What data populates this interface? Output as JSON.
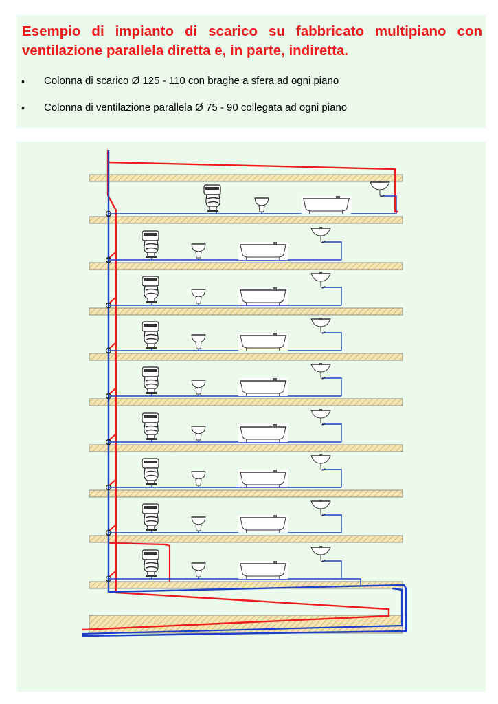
{
  "header": {
    "title": "Esempio di impianto di scarico su fabbricato multipiano con ventilazione parallela diretta e, in parte, indiretta.",
    "bullets": [
      "Colonna di scarico Ø 125 - 110 con braghe a sfera ad ogni piano",
      "Colonna di ventilazione parallela Ø 75 - 90 collegata ad ogni piano"
    ],
    "bullet_symbol": "•"
  },
  "diagram": {
    "floors_count": 9,
    "fixtures": [
      "wc-icon",
      "bidet-icon",
      "bathtub-icon",
      "washbasin-icon"
    ],
    "colors": {
      "panel_bg": "#ebfaeb",
      "vent_pipe": "#ee1c1c",
      "drain_pipe": "#1a3fc8",
      "slab_fill": "#f4e6b4",
      "slab_hatch": "#c9a55a",
      "title": "#ee1c1c"
    }
  }
}
